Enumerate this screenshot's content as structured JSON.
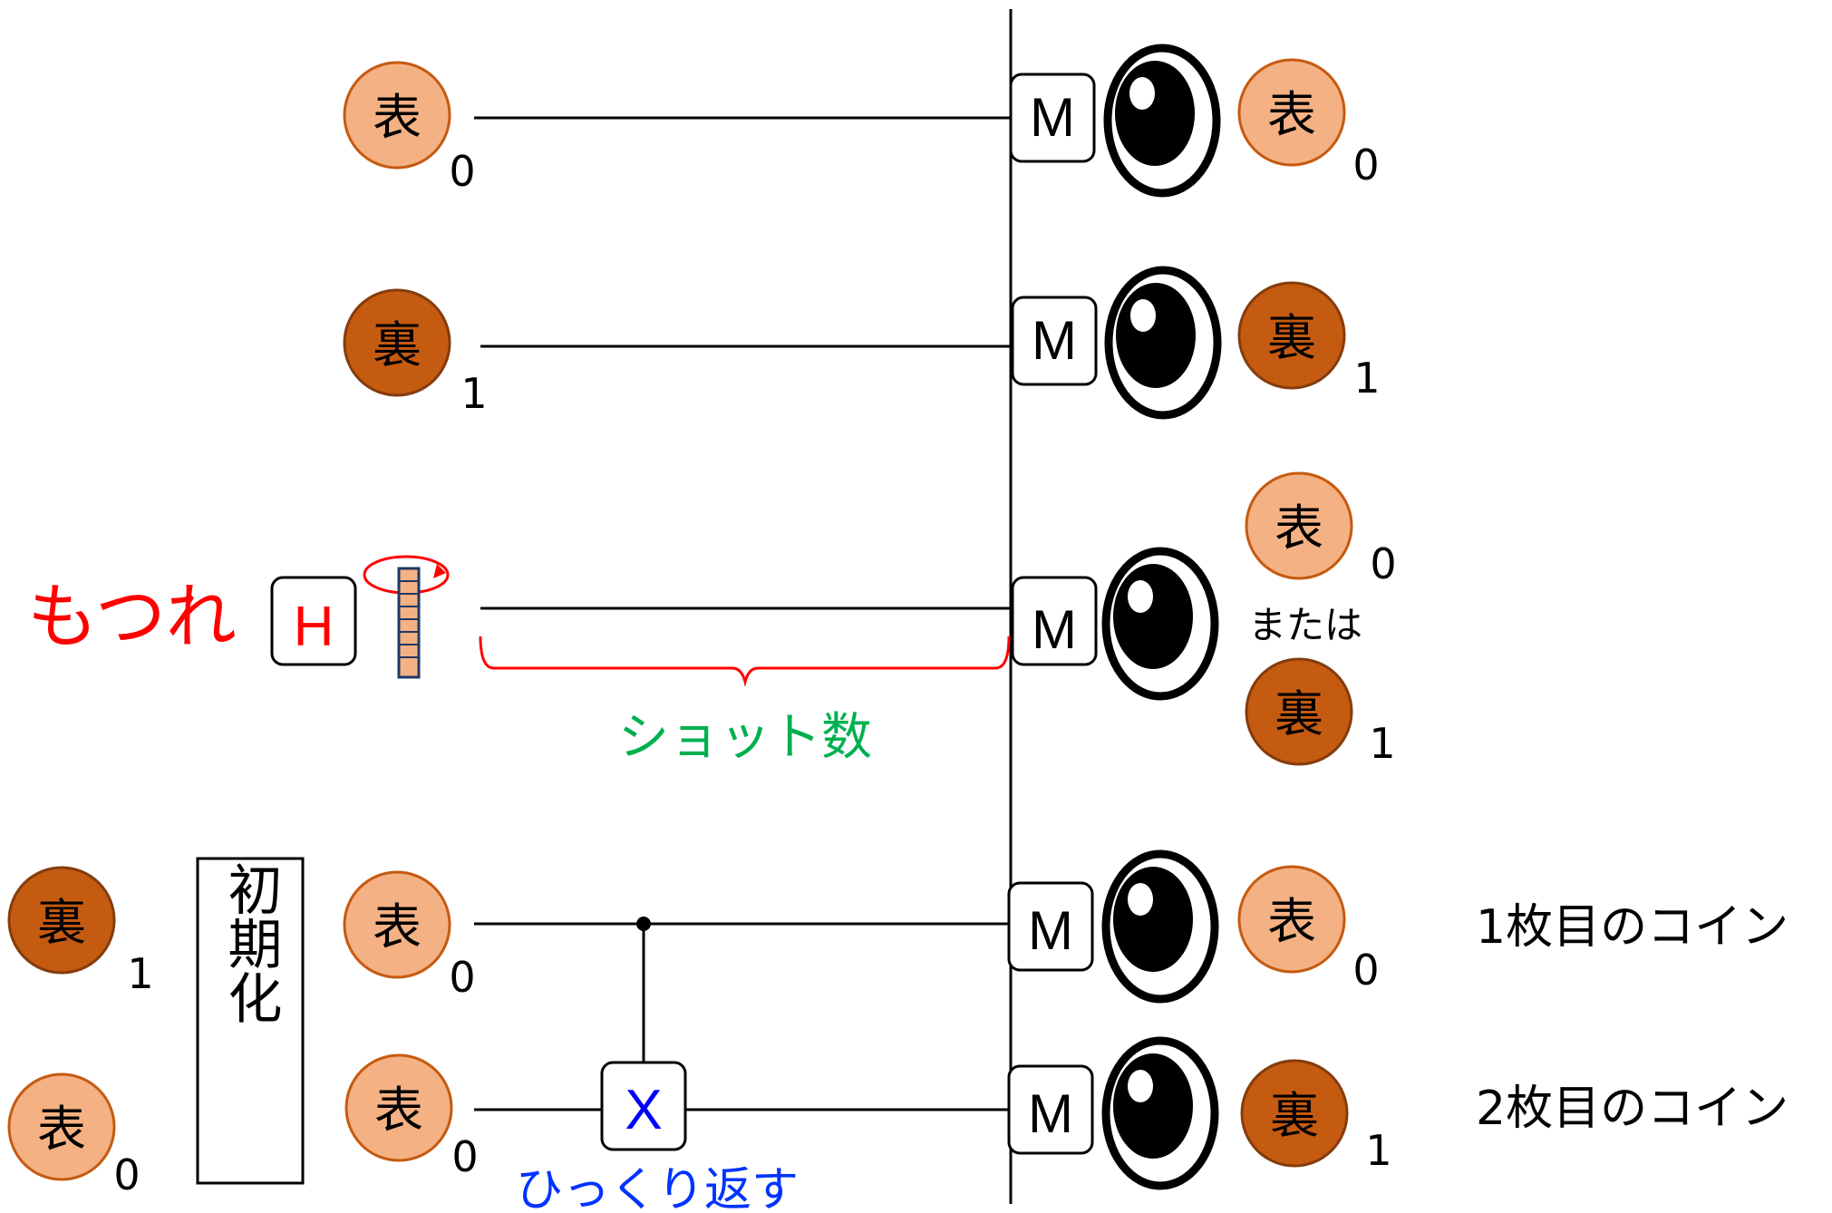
{
  "labels": {
    "entangle": "もつれ",
    "hadamard": "H",
    "shots": "ショット数",
    "or": "または",
    "init": "初期化",
    "flip": "ひっくり返す",
    "x_gate": "X",
    "measure": "M",
    "coin1": "1枚目のコイン",
    "coin2": "2枚目のコイン"
  },
  "coin": {
    "front": "表",
    "back": "裏"
  },
  "bits": {
    "zero": "0",
    "one": "1"
  },
  "colors": {
    "front_fill": "#f4b183",
    "front_stroke": "#c55a11",
    "back_fill": "#c55a11",
    "back_stroke": "#843c0c",
    "entangle_red": "#ff0000",
    "shots_green": "#00b050",
    "flip_blue": "#0033ff",
    "x_blue": "#0000ff"
  }
}
